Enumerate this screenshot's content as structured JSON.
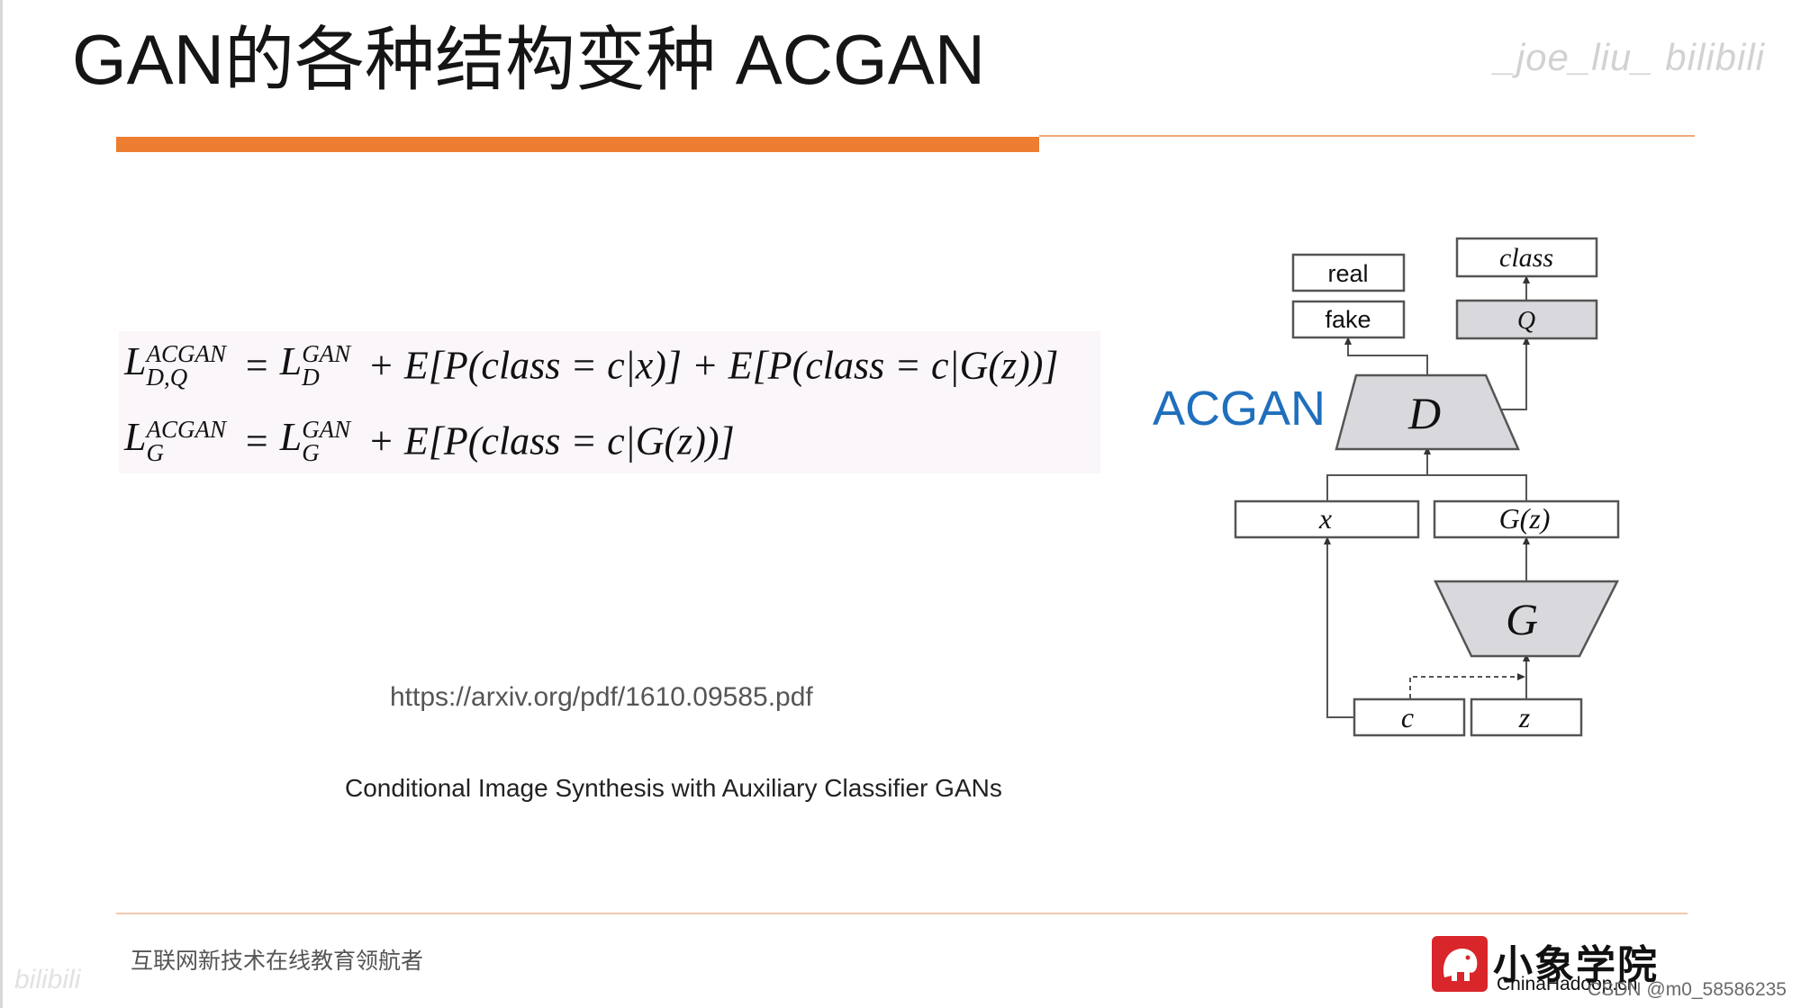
{
  "slide": {
    "title": "GAN的各种结构变种 ACGAN",
    "watermark_top": "_joe_liu_ bilibili",
    "url": "https://arxiv.org/pdf/1610.09585.pdf",
    "paper_title": "Conditional Image Synthesis with Auxiliary Classifier GANs",
    "footer_tagline": "互联网新技术在线教育领航者",
    "watermark_bottom_left": "bilibili",
    "logo_name": "小象学院",
    "logo_sub": "ChinaHadoop.cn",
    "csdn": "CSDN @m0_58586235"
  },
  "formulas": {
    "f1": {
      "L": "L",
      "sup": "ACGAN",
      "sub": "D,Q",
      "eq": " = ",
      "L2": "L",
      "sup2": "GAN",
      "sub2": "D",
      "rest": " + E[P(class = c|x)] + E[P(class = c|G(z))]"
    },
    "f2": {
      "L": "L",
      "sup": "ACGAN",
      "sub": "G",
      "eq": " = ",
      "L2": "L",
      "sup2": "GAN",
      "sub2": "G",
      "rest": " + E[P(class = c|G(z))]"
    }
  },
  "diagram": {
    "label": "ACGAN",
    "real": "real",
    "fake": "fake",
    "class": "class",
    "Q": "Q",
    "D": "D",
    "x": "x",
    "Gz": "G(z)",
    "G": "G",
    "c": "c",
    "z": "z",
    "colors": {
      "block_fill": "#d9d9dd",
      "stroke": "#555555",
      "label_blue": "#1f6fbd"
    }
  },
  "colors": {
    "accent": "#ed7d31",
    "logo_red": "#d9262a"
  }
}
